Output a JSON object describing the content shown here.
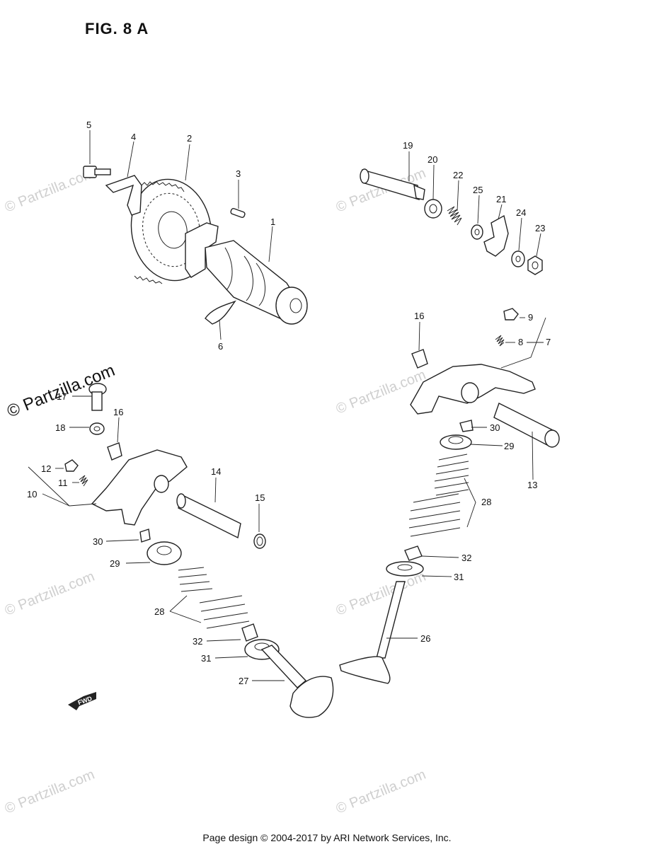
{
  "figure": {
    "title": "FIG. 8 A"
  },
  "footer": {
    "text": "Page design © 2004-2017 by ARI Network Services, Inc."
  },
  "watermark": {
    "text": "© Partzilla.com"
  },
  "fwd_label": "FWD",
  "callouts": {
    "c1": "1",
    "c2": "2",
    "c3": "3",
    "c4": "4",
    "c5": "5",
    "c6": "6",
    "c7": "7",
    "c8": "8",
    "c9": "9",
    "c10": "10",
    "c11": "11",
    "c12": "12",
    "c13": "13",
    "c14": "14",
    "c15": "15",
    "c16a": "16",
    "c16b": "16",
    "c17": "17",
    "c18": "18",
    "c19": "19",
    "c20": "20",
    "c21": "21",
    "c22": "22",
    "c23": "23",
    "c24": "24",
    "c25": "25",
    "c26": "26",
    "c27": "27",
    "c28a": "28",
    "c28b": "28",
    "c29a": "29",
    "c29b": "29",
    "c30a": "30",
    "c30b": "30",
    "c31a": "31",
    "c31b": "31",
    "c32a": "32",
    "c32b": "32"
  }
}
